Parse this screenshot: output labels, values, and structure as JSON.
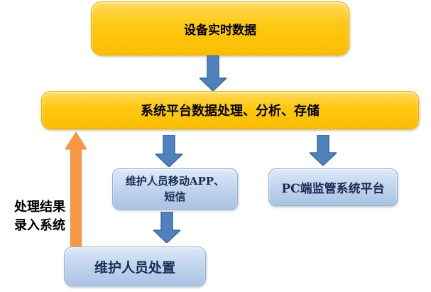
{
  "diagram": {
    "colors": {
      "yellow_box": "#FFC000",
      "blue_box": "#BCD2EB",
      "blue_arrow": "#4F81BD",
      "orange_arrow": "#F79646"
    },
    "nodes": {
      "device_data": {
        "label": "设备实时数据"
      },
      "platform": {
        "label": "系统平台数据处理、分析、存储"
      },
      "mobile_app": {
        "lines": [
          "维护人员移动APP、",
          "短信"
        ]
      },
      "pc_platform": {
        "label": "PC端监管系统平台"
      },
      "maintenance": {
        "label": "维护人员处置"
      }
    },
    "annotations": {
      "feedback": {
        "lines": [
          "处理结果",
          "录入系统"
        ]
      }
    }
  }
}
